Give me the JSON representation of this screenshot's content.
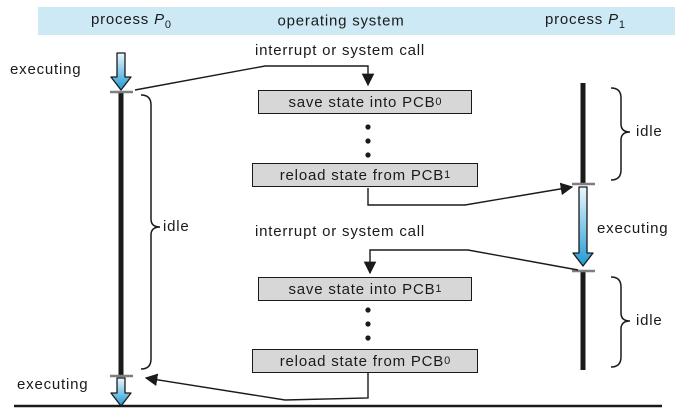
{
  "colors": {
    "header_bg": "#cde9f6",
    "box_bg": "#d7d7d7",
    "box_border": "#1a1a1a",
    "line": "#1a1a1a",
    "tick": "#7f7f7f",
    "arrow_blue_top": "#eaf7fd",
    "arrow_blue_bottom": "#1f9ad4"
  },
  "header": {
    "left": {
      "text": "process",
      "var": "P",
      "sub": "0"
    },
    "center": "operating system",
    "right": {
      "text": "process",
      "var": "P",
      "sub": "1"
    }
  },
  "os": {
    "interrupt_top": "interrupt or system call",
    "interrupt_middle": "interrupt or system call",
    "boxes": [
      {
        "text": "save state into PCB",
        "sub": "0"
      },
      {
        "text": "reload state from PCB",
        "sub": "1"
      },
      {
        "text": "save state into PCB",
        "sub": "1"
      },
      {
        "text": "reload state from PCB",
        "sub": "0"
      }
    ]
  },
  "p0": {
    "executing_top": "executing",
    "idle": "idle",
    "executing_bottom": "executing"
  },
  "p1": {
    "idle_top": "idle",
    "executing": "executing",
    "idle_bottom": "idle"
  }
}
